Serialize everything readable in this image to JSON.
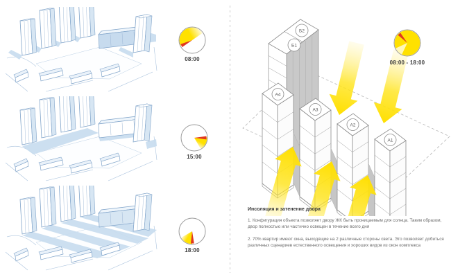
{
  "left_panel": {
    "views": [
      {
        "time": "08:00",
        "clock": {
          "sector_start": 245,
          "sector_end": 55,
          "hand": 243,
          "full": false
        }
      },
      {
        "time": "15:00",
        "clock": {
          "sector_start": 88,
          "sector_end": 150,
          "hand": 90,
          "full": false
        }
      },
      {
        "time": "18:00",
        "clock": {
          "sector_start": 180,
          "sector_end": 240,
          "hand": 179,
          "full": false
        }
      }
    ]
  },
  "right_panel": {
    "clock": {
      "label": "08:00 - 18:00",
      "sector_start": 0,
      "sector_end": 360,
      "hand": 318,
      "full": true
    },
    "building_labels": [
      "Б2",
      "Б1",
      "А4",
      "А3",
      "А2",
      "А1"
    ],
    "notes": {
      "heading": "Инсоляция и затенение двора",
      "paragraphs": [
        "1. Конфигурация объекта позволяет двору ЖК быть проницаемым для солнца. Таким образом, двор полностью или частично освещен в течение всего дня",
        "2. 70% квартир имеют окна, выходящие на 2 различные стороны света. Это позволяет добиться различных сценариев естественного освещения и хороших видов из окон комплекса"
      ]
    }
  },
  "colors": {
    "sun_yellow": "#ffe100",
    "hand_red": "#e0381f",
    "sketch_blue": "#7fa3c9",
    "shadow_blue": "#c7dbee",
    "face_blue": "#d7e6f3",
    "wall_gray": "#c6c6c6",
    "line_gray": "#8d8d8d",
    "text_dark": "#3a3a3a",
    "text_body": "#6b6b6b"
  }
}
